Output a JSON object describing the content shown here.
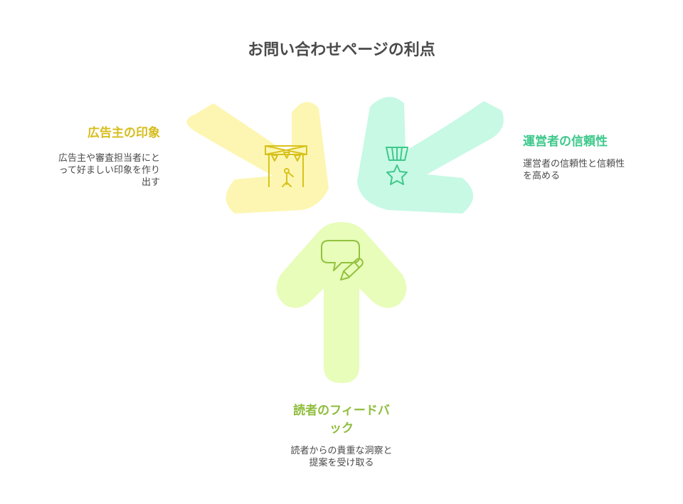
{
  "title": "お問い合わせページの利点",
  "colors": {
    "left_fill": "#fdf6b3",
    "left_stroke": "#d8c21d",
    "right_fill": "#c7f9e5",
    "right_stroke": "#3fc98a",
    "bottom_fill": "#e7fdb9",
    "bottom_stroke": "#94c13f"
  },
  "left": {
    "heading": "広告主の印象",
    "description_line1": "広告主や審査担当者にと",
    "description_line2": "って好ましい印象を作り",
    "description_line3": "出す",
    "icon": "stage-spotlight-icon"
  },
  "right": {
    "heading": "運営者の信頼性",
    "description_line1": "運営者の信頼性と信頼性",
    "description_line2": "を高める",
    "icon": "medal-star-icon"
  },
  "bottom": {
    "heading_line1": "読者のフィードバ",
    "heading_line2": "ック",
    "description_line1": "読者からの貴重な洞察と",
    "description_line2": "提案を受け取る",
    "icon": "speech-bubble-pencil-icon"
  }
}
